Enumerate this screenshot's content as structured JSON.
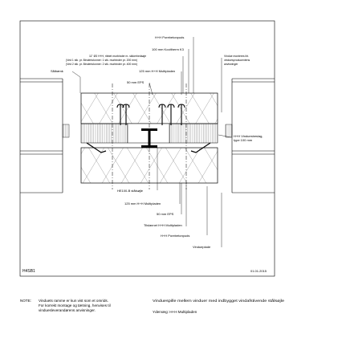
{
  "drawing": {
    "id": "H4SB1",
    "date": "01.01.2015"
  },
  "labels": {
    "top_plaster": "H+H Porebetonpuds",
    "insulation_block": "100 mm Kooltherm K3",
    "reinforcement_1": "11\" Ø3 H+H, ribbet murbinder m. sikkerhedsøje",
    "reinforcement_2": "(Ved 1 stk. pr. Bindertolonner: 1 stk. murbinder pr. 200 mm)",
    "reinforcement_3": "(Ved 2 stk. pr. Bindertolonner: 2 stk. murbinder pr. 400 mm)",
    "sill_left": "Sålbænk",
    "plate_top": "125 mm H+H Multipladen",
    "eps_top": "50 mm EPS",
    "window_note_1": "Vindue monteres iht.",
    "window_note_2": "vinduesproducentens",
    "window_note_3": "anvisninger",
    "window_fitting_1": "H+H Vinduesbeslag,",
    "window_fitting_2": "type 100 mm",
    "steel_beam": "HE100-B stålsøjle",
    "plate_bottom": "125 mm H+H Multipladen",
    "eps_bottom": "50 mm EPS",
    "tilted_plate": "Tilslannet H+H Multipladen",
    "bottom_plaster": "H+H Porebetonpuds",
    "window_board": "Vindueplade"
  },
  "notes": {
    "heading": "NOTE:",
    "left_1": "Vinduets ramme er kun vist som et omrids.",
    "left_2": "For korrekt montage og tætning, henvises til",
    "left_3": "vinduesleverandørens anvisninger.",
    "right_1": "Vinduespille mellem vinduer med indbygget vindafstivende stålsøjle",
    "right_2": "Ydervæg:  H+H Multipladen"
  }
}
